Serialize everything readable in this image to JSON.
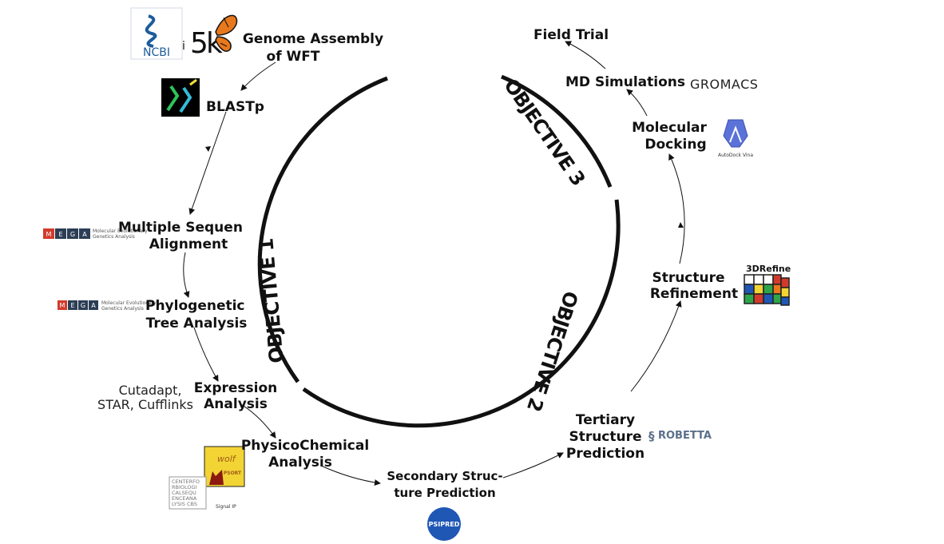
{
  "objectives": {
    "obj1": "OBJECTIVE 1",
    "obj2": "OBJECTIVE 2",
    "obj3": "OBJECTIVE 3"
  },
  "steps": {
    "genome_line1": "Genome Assembly",
    "genome_line2": "of WFT",
    "blastp": "BLASTp",
    "msa_line1": "Multiple Sequen",
    "msa_line2": "Alignment",
    "phylo_line1": "Phylogenetic",
    "phylo_line2": "Tree Analysis",
    "expr_line1": "Expression",
    "expr_line2": "Analysis",
    "physico_line1": "PhysicoChemical",
    "physico_line2": "Analysis",
    "secondary_line1": "Secondary Struc-",
    "secondary_line2": "ture Prediction",
    "tertiary_line1": "Tertiary",
    "tertiary_line2": "Structure",
    "tertiary_line3": "Prediction",
    "refine_line1": "Structure",
    "refine_line2": "Refinement",
    "docking_line1": "Molecular",
    "docking_line2": "Docking",
    "md": "MD Simulations",
    "field": "Field Trial"
  },
  "tools": {
    "ncbi": "NCBI",
    "i5k_i": "i",
    "i5k_5": "5",
    "i5k_k": "k",
    "mega": [
      "M",
      "E",
      "G",
      "A"
    ],
    "mega_sub1": "Molecular Evolutionary",
    "mega_sub2": "Genetics Analysis",
    "cutadapt_line1": "Cutadapt,",
    "cutadapt_line2": "STAR, Cufflinks",
    "wolf": "wolf",
    "psort": "PSORT",
    "cbs_rows": [
      "CENTERFO",
      "RBIOLOGI",
      "CALSEQU",
      "ENCEANA",
      "LYSIS CBS"
    ],
    "signalp": "Signal IP",
    "psipred": "PSIPRED",
    "robetta": "ROBETTA",
    "refine3d": "3DRefine",
    "autodock": "AutoDock Vina",
    "gromacs": "GROMACS"
  },
  "colors": {
    "mega_red": "#d23b2c",
    "mega_navy": "#2c3e55",
    "ncbi_blue": "#1c5c9c",
    "blast_green": "#2ec45a",
    "blast_cyan": "#33bdd8",
    "psipred_blue": "#1f57b5",
    "psort_yellow": "#f2d434",
    "autodock_blue": "#5b73d9",
    "butterfly_orange": "#e8781c"
  }
}
